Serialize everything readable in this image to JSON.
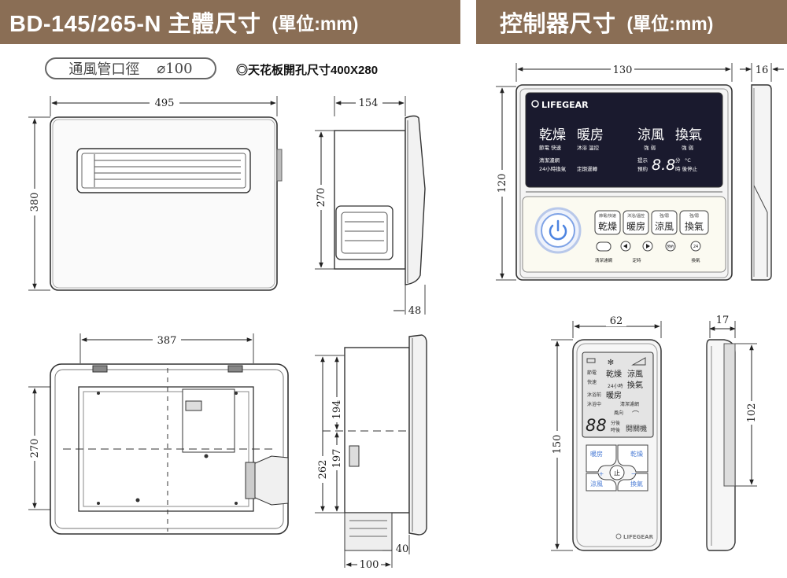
{
  "header_left": {
    "title": "BD-145/265-N 主體尺寸",
    "unit": "(單位:mm)"
  },
  "header_right": {
    "title": "控制器尺寸",
    "unit": "(單位:mm)"
  },
  "duct": {
    "label": "通風管口徑",
    "value": "⌀100"
  },
  "ceiling_note": "◎天花板開孔尺寸400X280",
  "dims": {
    "front_width": "495",
    "front_height": "380",
    "side_depth": "154",
    "side_height": "270",
    "side_bottom": "48",
    "bottom_width": "387",
    "bottom_height": "270",
    "section_194": "194",
    "section_197": "197",
    "section_262": "262",
    "section_40": "40",
    "section_100": "100",
    "panel_width": "130",
    "panel_depth": "16",
    "panel_height": "120",
    "remote_width": "62",
    "remote_depth": "17",
    "remote_height": "150",
    "remote_side_height": "102"
  },
  "panel": {
    "brand": "LIFEGEAR",
    "modes": {
      "dry": "乾燥",
      "heat": "暖房",
      "cool": "涼風",
      "vent": "換氣"
    },
    "subs": {
      "dry": "節電  快速",
      "heat": "沐浴  溫控",
      "cool": "強   弱",
      "vent": "強   弱"
    },
    "clean_filter": "清潔濾網",
    "auto_vent": "24小時換氣",
    "timer": "定期運轉",
    "hint": "提示",
    "reserve": "預約",
    "digits": "8.8",
    "minutes": "分",
    "celsius": "°C",
    "after_stop": "時 後停止",
    "btn_dry_small": "節電/快速",
    "btn_heat_small": "沐浴/溫控",
    "btn_cool_small": "強/弱",
    "btn_vent_small": "強/弱",
    "btn_reserve": "預約",
    "btn_24": "24",
    "lbl_clean": "清潔濾網",
    "lbl_timer": "定時",
    "lbl_vent": "換氣"
  },
  "remote": {
    "brand": "LIFEGEAR",
    "lcd": {
      "l1a": "節電",
      "l1b": "乾燥",
      "l1c": "涼風",
      "l2a": "快速",
      "l2b": "24小時",
      "l2c": "換氣",
      "l3a": "沐浴前",
      "l3b": "暖房",
      "l4a": "沐浴中",
      "l4b": "清潔濾網",
      "l5": "風向",
      "digits": "88",
      "min": "分後",
      "hr": "時後",
      "onoff": "開關機"
    },
    "keys": {
      "heat": "暖房",
      "dry": "乾燥",
      "stop": "止",
      "plus": "+",
      "minus": "−",
      "cool": "涼風",
      "vent": "換氣"
    }
  }
}
